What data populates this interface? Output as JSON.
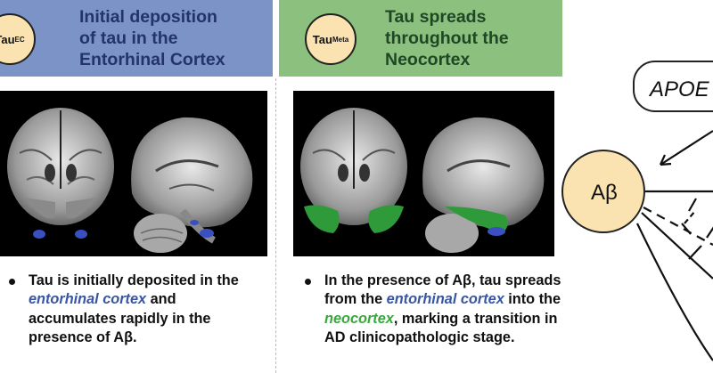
{
  "panels": {
    "ec": {
      "badge_main": "Tau",
      "badge_sub": "EC",
      "title": "Initial deposition\nof tau in the\nEntorhinal Cortex",
      "bullet": {
        "part1": "Tau is initially deposited in the ",
        "em1": "entorhinal cortex",
        "part2": " and accumulates rapidly in the presence of Aβ."
      }
    },
    "meta": {
      "badge_main": "Tau",
      "badge_sub": "Meta",
      "title": "Tau spreads\nthroughout the\nNeocortex",
      "bullet": {
        "part1": "In the presence of Aβ, tau spreads from the ",
        "em1": "entorhinal cortex",
        "part2": " into the ",
        "em2": "neocortex",
        "part3": ", marking a transition in AD clinicopathologic stage."
      }
    }
  },
  "diagram": {
    "apoe_label": "APOE",
    "abeta_label": "Aβ"
  },
  "colors": {
    "ec_header": "#7b93c6",
    "meta_header": "#8cc07e",
    "badge_fill": "#fbe3b1",
    "tau_ec_highlight": "#3a4fc0",
    "tau_meta_highlight": "#2f9a3a"
  }
}
